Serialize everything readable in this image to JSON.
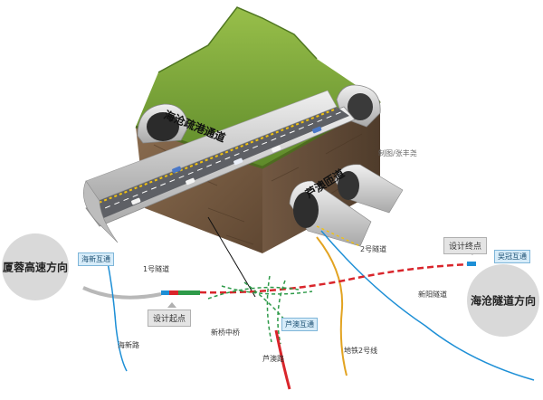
{
  "tunnels": {
    "main": "海沧疏港通道",
    "ramp": "芦澳匝道"
  },
  "credit": "制图/张丰尧",
  "directions": {
    "west": "厦蓉高速方向",
    "east": "海沧隧道方向"
  },
  "labels": {
    "haixin_ramp": "海新互通",
    "tunnel1": "1号隧道",
    "design_start": "设计起点",
    "xinqiao_bridge": "新桥中桥",
    "haixin_road": "海新路",
    "luao_ramp": "芦澳互通",
    "luao_road": "芦澳路",
    "metro2": "地铁2号线",
    "tunnel2": "2号隧道",
    "design_end": "设计终点",
    "wuguan_ramp": "吴冠互通",
    "xinyang_tunnel": "新阳隧道"
  },
  "colors": {
    "grass": "#7da23a",
    "soil": "#7b6146",
    "tunnel_lining": "#d8d8d8",
    "road": "#5e6065",
    "red_route": "#d9252b",
    "green_route": "#2e9a49",
    "metro_line": "#e2a321",
    "blue_road": "#1d8fd6"
  }
}
